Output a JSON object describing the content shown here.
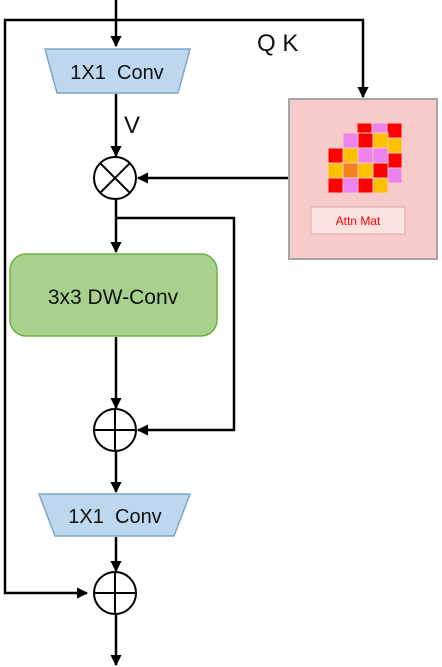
{
  "blocks": {
    "conv_top": "1X1  Conv",
    "dw_conv": "3x3 DW-Conv",
    "conv_bottom": "1X1  Conv"
  },
  "labels": {
    "v": "V",
    "qk": "Q K"
  },
  "attention": {
    "caption": "Attn Mat"
  },
  "colors": {
    "conv_fill": "#bdd7ee",
    "dw_fill": "#a9d18e",
    "attn_bg": "#f8cbcb",
    "cell_red": "#ff0000",
    "cell_orange": "#f4811f",
    "cell_yellow": "#ffc000",
    "cell_pink": "#ee82ee"
  }
}
